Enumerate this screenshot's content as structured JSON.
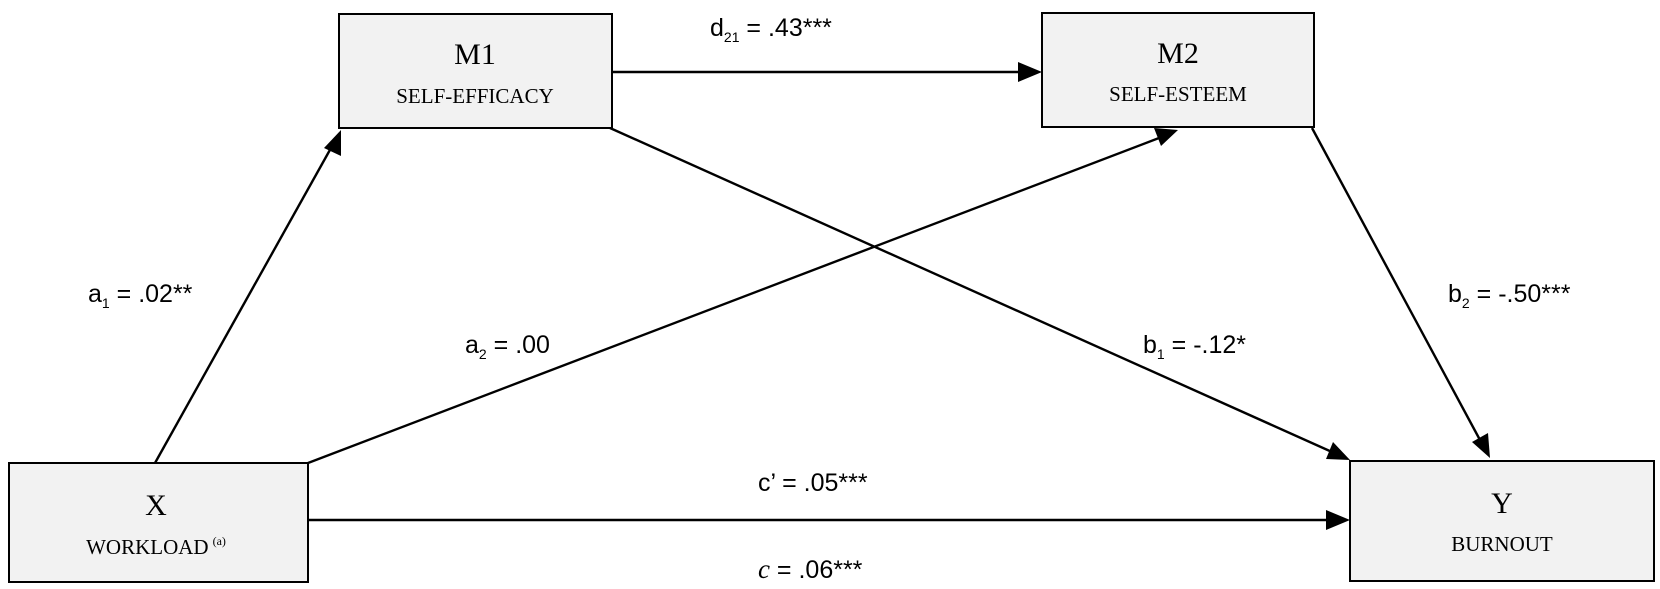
{
  "nodes": {
    "m1": {
      "title": "M1",
      "subtitle": "SELF-EFFICACY"
    },
    "m2": {
      "title": "M2",
      "subtitle": "SELF-ESTEEM"
    },
    "x": {
      "title": "X",
      "subtitle": "WORKLOAD",
      "note": "(a)"
    },
    "y": {
      "title": "Y",
      "subtitle": "BURNOUT"
    }
  },
  "paths": {
    "d21": {
      "symbol": "d",
      "subscript": "21",
      "value": " =  .43***"
    },
    "a1": {
      "symbol": "a",
      "subscript": "1",
      "value": " = .02**"
    },
    "a2": {
      "symbol": "a",
      "subscript": "2",
      "value": " = .00"
    },
    "b1": {
      "symbol": "b",
      "subscript": "1",
      "value": " = -.12*"
    },
    "b2": {
      "symbol": "b",
      "subscript": "2",
      "value": " = -.50***"
    },
    "c_prime": {
      "label": "c’ =  .05***"
    },
    "c_total": {
      "symbol": "c",
      "value": " =  .06***"
    }
  }
}
